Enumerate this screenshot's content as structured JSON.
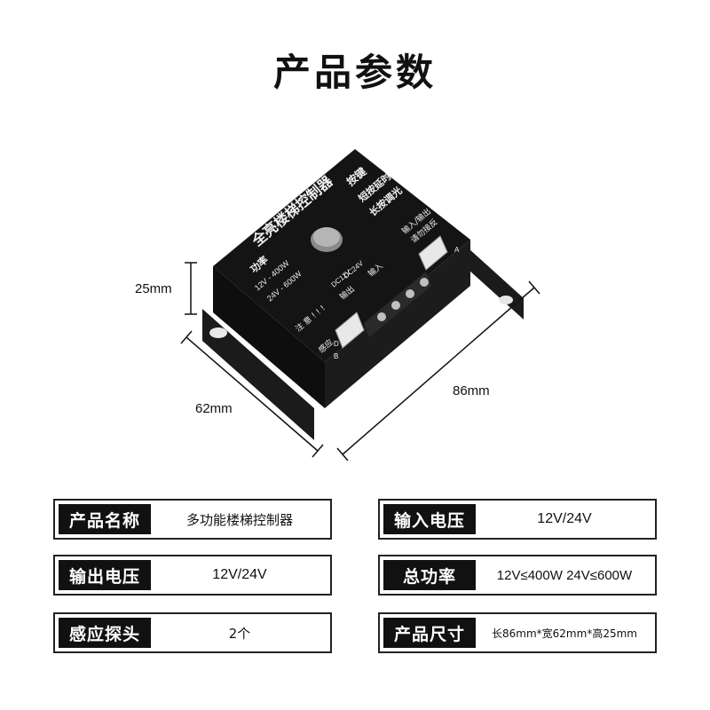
{
  "title": "产品参数",
  "product_image": {
    "dimensions": {
      "height": "25mm",
      "width": "62mm",
      "length": "86mm"
    },
    "device_labels": {
      "name": "全亮楼梯控制器",
      "button_label": "按键",
      "short_press": "短按延时",
      "long_press": "长按调光",
      "power_title": "功率",
      "power_12v": "12V - 400W",
      "power_24v": "24V - 600W",
      "dc_12v": "DC12V",
      "dc_24v": "DC24V",
      "output": "输出",
      "input": "输入",
      "note": "注 意 ! ! !",
      "io_note": "输入/输出",
      "no_reverse": "请勿接反",
      "sensor": "感应",
      "terminal_d": "D",
      "terminal_b": "B",
      "terminal_a": "A",
      "plus": "+",
      "minus": "-"
    },
    "colors": {
      "body": "#141414",
      "connector": "#e8e8e8"
    }
  },
  "specs": [
    {
      "label": "产品名称",
      "value": "多功能楼梯控制器"
    },
    {
      "label": "输入电压",
      "value": "12V/24V"
    },
    {
      "label": "输出电压",
      "value": "12V/24V"
    },
    {
      "label": "总功率",
      "value": "12V≤400W 24V≤600W"
    },
    {
      "label": "感应探头",
      "value": "2个"
    },
    {
      "label": "产品尺寸",
      "value": "长86mm*宽62mm*高25mm"
    }
  ]
}
